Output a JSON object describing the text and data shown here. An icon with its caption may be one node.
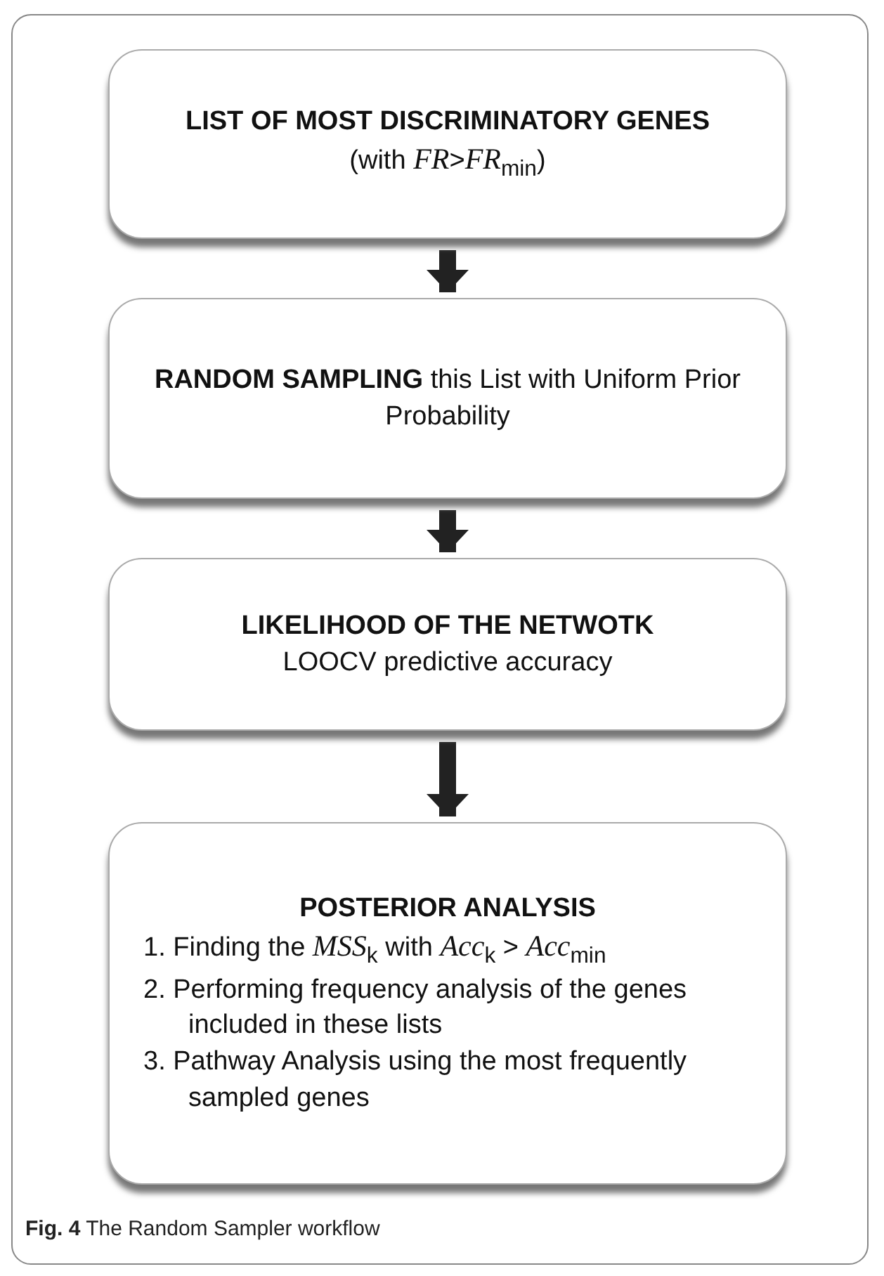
{
  "diagram": {
    "caption": "**Fig. 4** The Random Sampler workflow",
    "nodes": [
      {
        "text": [
          "LIST OF MOST DISCRIMINATORY GENES",
          "(with *FR*>*FR*$_{min}$)"
        ]
      },
      {
        "text": [
          "**RANDOM SAMPLING** this List with Uniform Prior Probability"
        ]
      },
      {
        "text": [
          "LIKELIHOOD OF THE NETWOTK",
          "LOOCV predictive accuracy"
        ]
      },
      {
        "text": [
          "POSTERIOR ANALYSIS",
          "1. Finding the *MSS*$_{k}$ with *Acc*$_{k}$ > *Acc*$_{min}$",
          "2. Performing frequency analysis of the genes included in these lists",
          "3. Pathway Analysis using the most frequently sampled genes"
        ]
      }
    ],
    "edges": [
      {
        "from": 0,
        "to": 1,
        "arrow": "to"
      },
      {
        "from": 1,
        "to": 2,
        "arrow": "to"
      },
      {
        "from": 2,
        "to": 3,
        "arrow": "to"
      }
    ]
  }
}
